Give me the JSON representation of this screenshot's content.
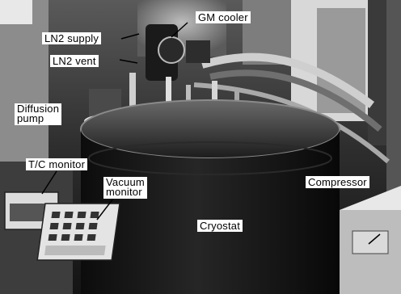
{
  "labels": {
    "gm_cooler": "GM cooler",
    "ln2_supply": "LN2 supply",
    "ln2_vent": "LN2 vent",
    "diffusion_pump": "Diffusion\npump",
    "tc_monitor": "T/C monitor",
    "vacuum_monitor": "Vacuum\nmonitor",
    "compressor": "Compressor",
    "cryostat": "Cryostat"
  }
}
